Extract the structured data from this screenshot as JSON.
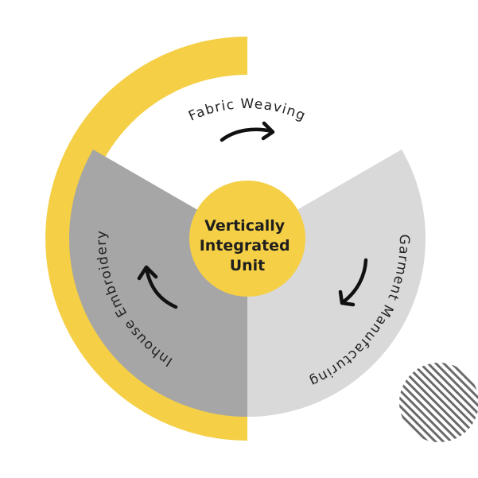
{
  "diagram": {
    "center_lines": [
      "Vertically",
      "Integrated",
      "Unit"
    ],
    "segments": [
      {
        "label": "Fabric Weaving"
      },
      {
        "label": "Garment Manufacturing"
      },
      {
        "label": "Inhouse Embroidery"
      }
    ]
  },
  "colors": {
    "yellow": "#F5CF45",
    "light_grey": "#D9D9D9",
    "dark_grey": "#A6A6A6",
    "hatch": "#6B6B6B"
  }
}
